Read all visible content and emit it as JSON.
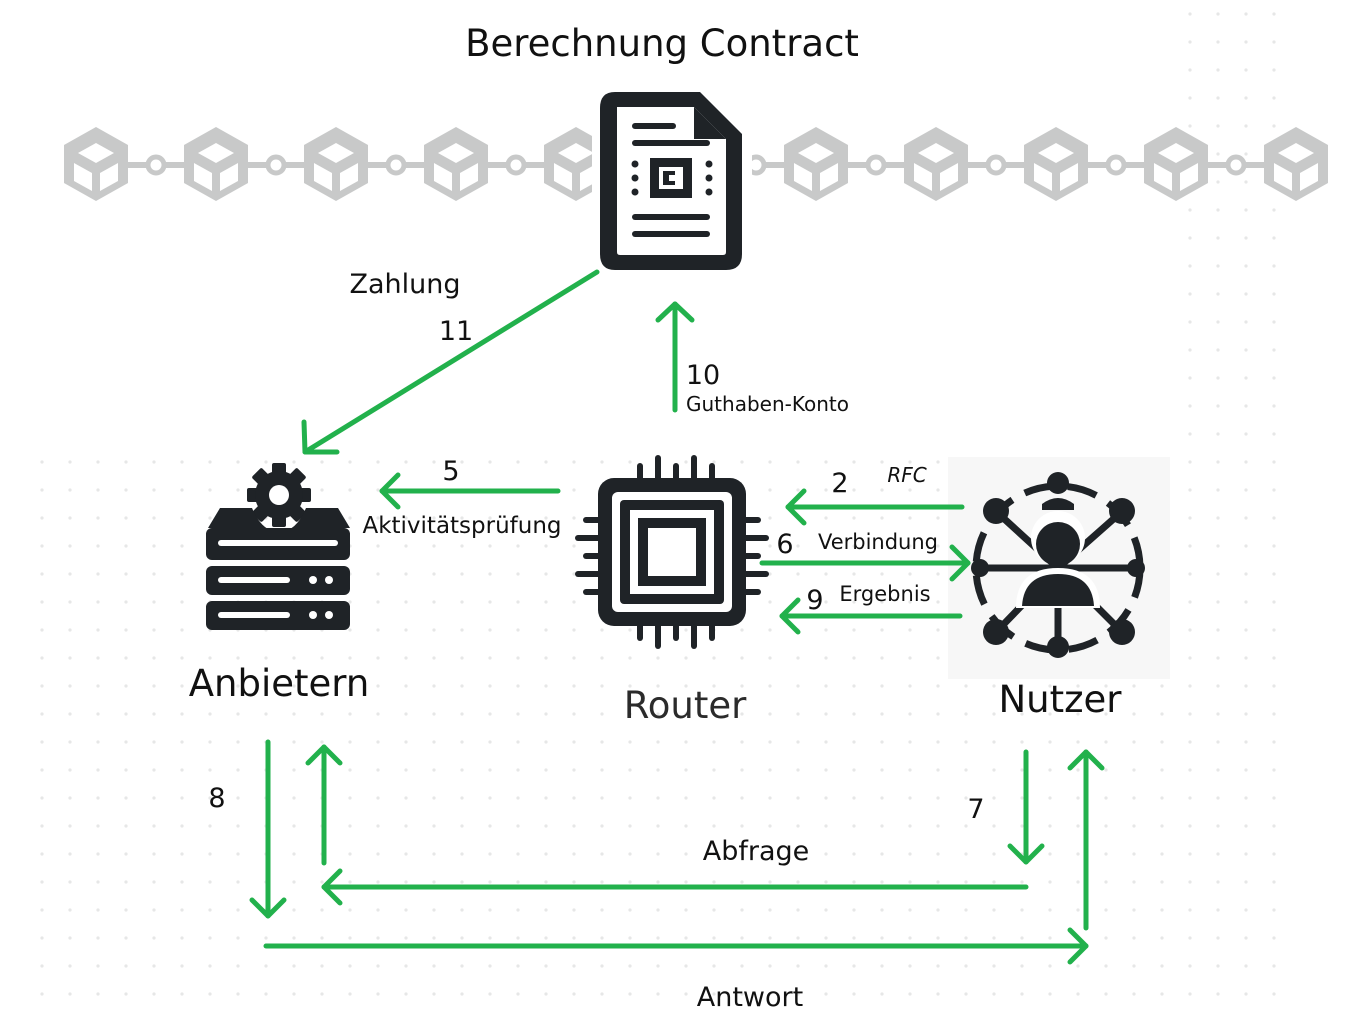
{
  "title": "Berechnung Contract",
  "colors": {
    "arrow": "#22b14c",
    "icon": "#1f2327",
    "chain": "#c8c9c9",
    "dots": "#e7e8e8"
  },
  "nodes": {
    "contract": {
      "icon": "document-contract-icon"
    },
    "provider": {
      "label": "Anbietern",
      "icon": "server-gear-icon"
    },
    "router": {
      "label": "Router",
      "icon": "chip-icon"
    },
    "user": {
      "label": "Nutzer",
      "icon": "user-network-icon"
    }
  },
  "arrows": {
    "payment": {
      "step": "11",
      "label": "Zahlung"
    },
    "credit": {
      "step": "10",
      "label": "Guthaben-Konto"
    },
    "activity": {
      "step": "5",
      "label": "Aktivitätsprüfung"
    },
    "rfc": {
      "step": "2",
      "label": "RFC"
    },
    "connection": {
      "step": "6",
      "label": "Verbindung"
    },
    "result": {
      "step": "9",
      "label": "Ergebnis"
    },
    "provider_down": {
      "step": "8"
    },
    "user_down": {
      "step": "7"
    },
    "query": {
      "label": "Abfrage"
    },
    "answer": {
      "label": "Antwort"
    }
  }
}
